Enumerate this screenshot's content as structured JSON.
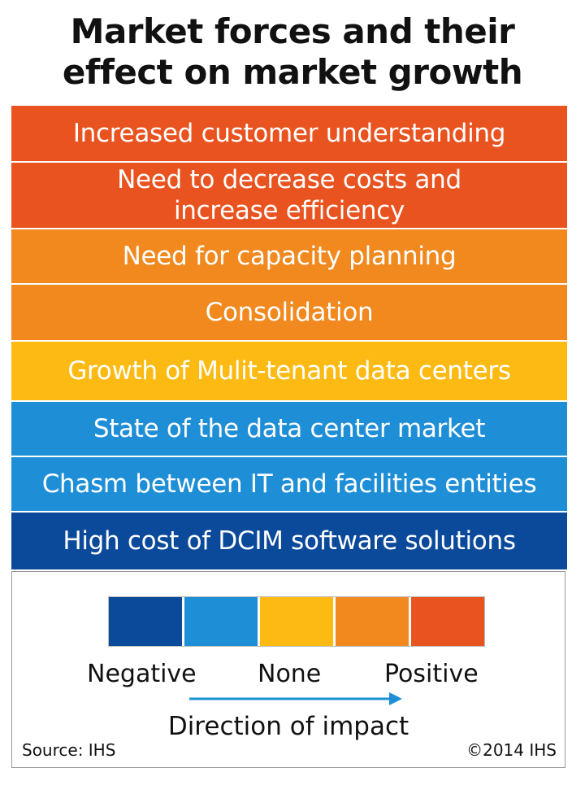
{
  "title": {
    "line1": "Market forces and their",
    "line2": "effect on market growth"
  },
  "forces": [
    {
      "label": "Increased customer understanding",
      "impact": "Positive",
      "color": "#E9531F"
    },
    {
      "label": "Need to decrease costs and\nincrease efficiency",
      "impact": "Positive",
      "color": "#E9531F"
    },
    {
      "label": "Need for capacity planning",
      "impact": "Somewhat positive",
      "color": "#F1891E"
    },
    {
      "label": "Consolidation",
      "impact": "Somewhat positive",
      "color": "#F1891E"
    },
    {
      "label": "Growth of Mulit-tenant data centers",
      "impact": "None",
      "color": "#FCBA12"
    },
    {
      "label": "State of the data center market",
      "impact": "Somewhat negative",
      "color": "#1E8FD6"
    },
    {
      "label": "Chasm between IT and facilities entities",
      "impact": "Somewhat negative",
      "color": "#1E8FD6"
    },
    {
      "label": "High cost of DCIM software solutions",
      "impact": "Negative",
      "color": "#0B4A9A"
    }
  ],
  "legend": {
    "scale_colors": [
      "#0B4A9A",
      "#1E8FD6",
      "#FCBA12",
      "#F1891E",
      "#E9531F"
    ],
    "negative_label": "Negative",
    "none_label": "None",
    "positive_label": "Positive",
    "axis_title": "Direction of impact",
    "arrow_color": "#1E8FD6"
  },
  "footer": {
    "source": "Source: IHS",
    "copyright": "©2014 IHS"
  }
}
